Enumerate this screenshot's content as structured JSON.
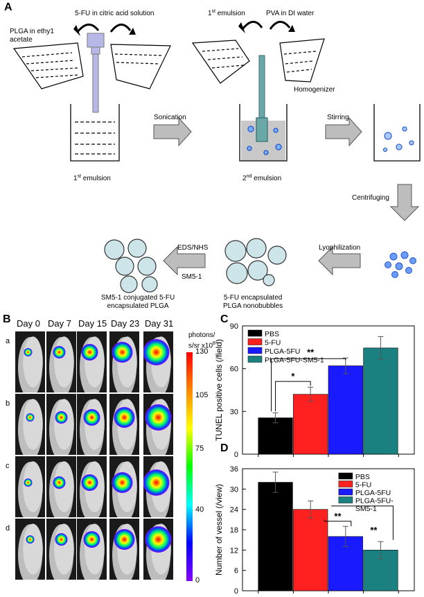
{
  "panel_a": {
    "letter": "A",
    "plga_label_line1": "PLGA in ethy1",
    "plga_label_line2": "acetate",
    "fu_label": "5-FU in citric acid solution",
    "first_emulsion_label": "1",
    "first_emulsion_sup": "st",
    "first_emulsion_rest": " emulsion",
    "pva_label": "PVA in DI water",
    "homogenizer": "Homogenizer",
    "sonication": "Sonication",
    "stirring": "Stirring",
    "centrifuging": "Centrifuging",
    "beaker1_label": "1",
    "beaker1_sup": "st",
    "beaker1_rest": " emulsion",
    "beaker2_label": "2",
    "beaker2_sup": "nd",
    "beaker2_rest": " emulsion",
    "lyophilization": "Lyophilization",
    "eds": "EDS/NHS",
    "sm5": "SM5-1",
    "conj_line1": "SM5-1 conjugated 5-FU",
    "conj_line2": "encapsulated PLGA",
    "nano_line1": "5-FU encapsulated",
    "nano_line2": "PLGA nonobubbles"
  },
  "panel_b": {
    "letter": "B",
    "days": [
      "Day 0",
      "Day 7",
      "Day 15",
      "Day 23",
      "Day 31"
    ],
    "rows": [
      "a",
      "b",
      "c",
      "d"
    ],
    "colorbar_title_line1": "photons/",
    "colorbar_title_line2": "s/sr x10",
    "colorbar_title_sup": "8",
    "colorbar_ticks": [
      "130",
      "105",
      "75",
      "40",
      "0"
    ],
    "colors": {
      "mouse_bg": "#1a1a1a"
    }
  },
  "chart_data": [
    {
      "panel": "C",
      "type": "bar",
      "categories": [
        "PBS",
        "5-FU",
        "PLGA-5FU",
        "PLGA-5FU-SM5-1"
      ],
      "values": [
        25.5,
        42,
        62,
        74.5
      ],
      "errors": [
        3.5,
        5,
        5.5,
        8
      ],
      "colors": [
        "#000000",
        "#ff2020",
        "#1a1aff",
        "#1a8080"
      ],
      "ylabel": "TUNEL positive cells (/field)",
      "ylim": [
        0,
        90
      ],
      "yticks": [
        "0",
        "30",
        "60",
        "90"
      ],
      "legend": [
        "PBS",
        "5-FU",
        "PLGA-5FU",
        "PLGA-5FU-SM5-1"
      ],
      "legend_position": "top-left",
      "significance": [
        "*",
        "**"
      ]
    },
    {
      "panel": "D",
      "type": "bar",
      "categories": [
        "PBS",
        "5-FU",
        "PLGA-5FU",
        "PLGA-5FU-SM5-1"
      ],
      "values": [
        32,
        24,
        16,
        12
      ],
      "errors": [
        3,
        2.5,
        3,
        2.5
      ],
      "colors": [
        "#000000",
        "#ff2020",
        "#1a1aff",
        "#1a8080"
      ],
      "ylabel": "Number of vessel (/view)",
      "ylim": [
        0,
        36
      ],
      "yticks": [
        "0",
        "6",
        "12",
        "18",
        "24",
        "30",
        "36"
      ],
      "legend": [
        "PBS",
        "5-FU",
        "PLGA-5FU",
        "PLGA-5FU-",
        "SM5-1"
      ],
      "legend_position": "top-right",
      "significance": [
        "**",
        "**"
      ]
    }
  ]
}
